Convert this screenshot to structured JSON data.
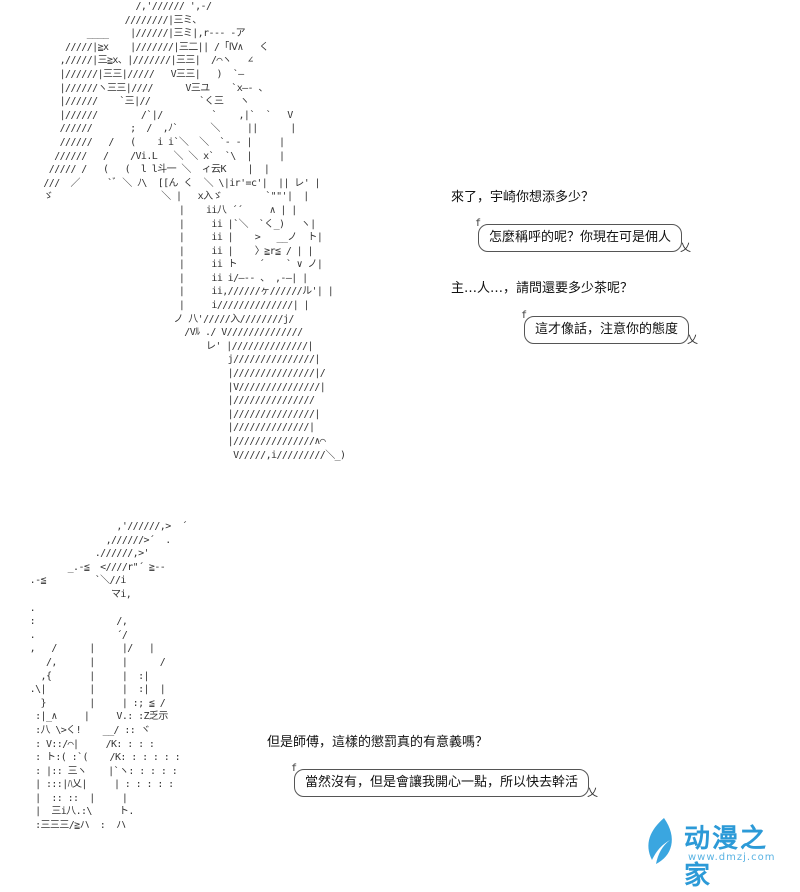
{
  "art": {
    "top": "                         /,'////// ',-/\n                       ////////|三ミ、\n                ____    |//////|三ミ|,r--- -ア\n            /////|≧x    |///////|三二|| /「Ⅳ∧   く\n           ,/////|三≧x、|///////|三三|  /⌒ヽ   ∠\n           |//////|三三|/////   V三三|   )  `―\n           |//////ヽ三三|////      V三ユ    `x―‐ 、\n           |//////    `三|//         `く三   ヽ\n           |//////        /`|/         `    ,|`  `   V\n           //////       ;  /  ,ﾉ`      ＼     ||      |\n           //////   /   (    i i`＼  ＼  `‐ ‐ |     |\n          //////   /    /Vi.L   ＼ ＼ x`  `\\  |     |\n         ///// /   (   (  l l斗一 ＼  ィ云K    |  |\n        ///  ／     `ﾞ ＼ ﾉ\\  [[ん く  ＼ \\|ir'=c'|  || レ' |\n        ゞ                    ＼ |   x入ゞ        `\"\"'|  |\n                                 |    ii八 ´´     ∧ | |\n                                 |     ii |`＼  `く_)   ヽ|\n                                 |     ii |    >   __ノ  ト|\n                                 |     ii |    〉≧r≦ / | |\n                                 |     ii ト    ´    ` ∨ ノ|\n                                 |     ii i/―-- 、 ,-―| |\n                                 |     ii,//////ヶ//////ル'| |\n                                 |     i//////////////| |\n                                ノ 八'/////入////////j/\n                                  /Vﾙ ./ V//////////////\n                                      レ' |//////////////|\n                                          j///////////////|\n                                          |///////////////|/\n                                          |V///////////////|\n                                          |///////////////\n                                          |///////////////|\n                                          |//////////////|\n                                          |///////////////∧⌒\n                                           V/////,i/////////＼_)",
    "bottom": "                    ,'//////,>  ´\n                  ,//////>´  .\n                .//////,>'\n           _.-≦  <////r\"´ ≧-‐\n    .-≦         `＼//i\n                   マi,\n    .\n    :               /,          \n    .               ´/           \n    ,   /      |     |/   |    \n       /,      |     |      /  \n      ,{       |     |  :|     \n    .\\|        |     |  :|  |  \n      }        |     | :; ≦ /\n     :|_∧     |     V.: :Z乏示\n     :八 \\>く!    __/ :: ヾ\n     : V::/⌒|     /K: : : :\n     : ト:( :`(    /K: : : : : :\n     : |:: 三ヽ    |`ヽ: : : : :\n     | :::|ﾊ乂|     | : : : : :\n     |  :: ::  |     |      \n     |  三i八.:\\     ト.\n     :三三三/≧ハ  :  ハ"
  },
  "dialogue": {
    "line1": "來了，宇崎你想添多少？",
    "bubble1": "怎麼稱呼的呢？你現在可是佣人",
    "line2": "主…人…，請問還要多少茶呢？",
    "bubble2": "這才像話，注意你的態度",
    "line3": "但是師傅，這樣的懲罰真的有意義嗎？",
    "bubble3": "當然沒有，但是會讓我開心一點，所以快去幹活"
  },
  "watermark": {
    "name": "动漫之家",
    "url": "www.dmzj.com"
  }
}
